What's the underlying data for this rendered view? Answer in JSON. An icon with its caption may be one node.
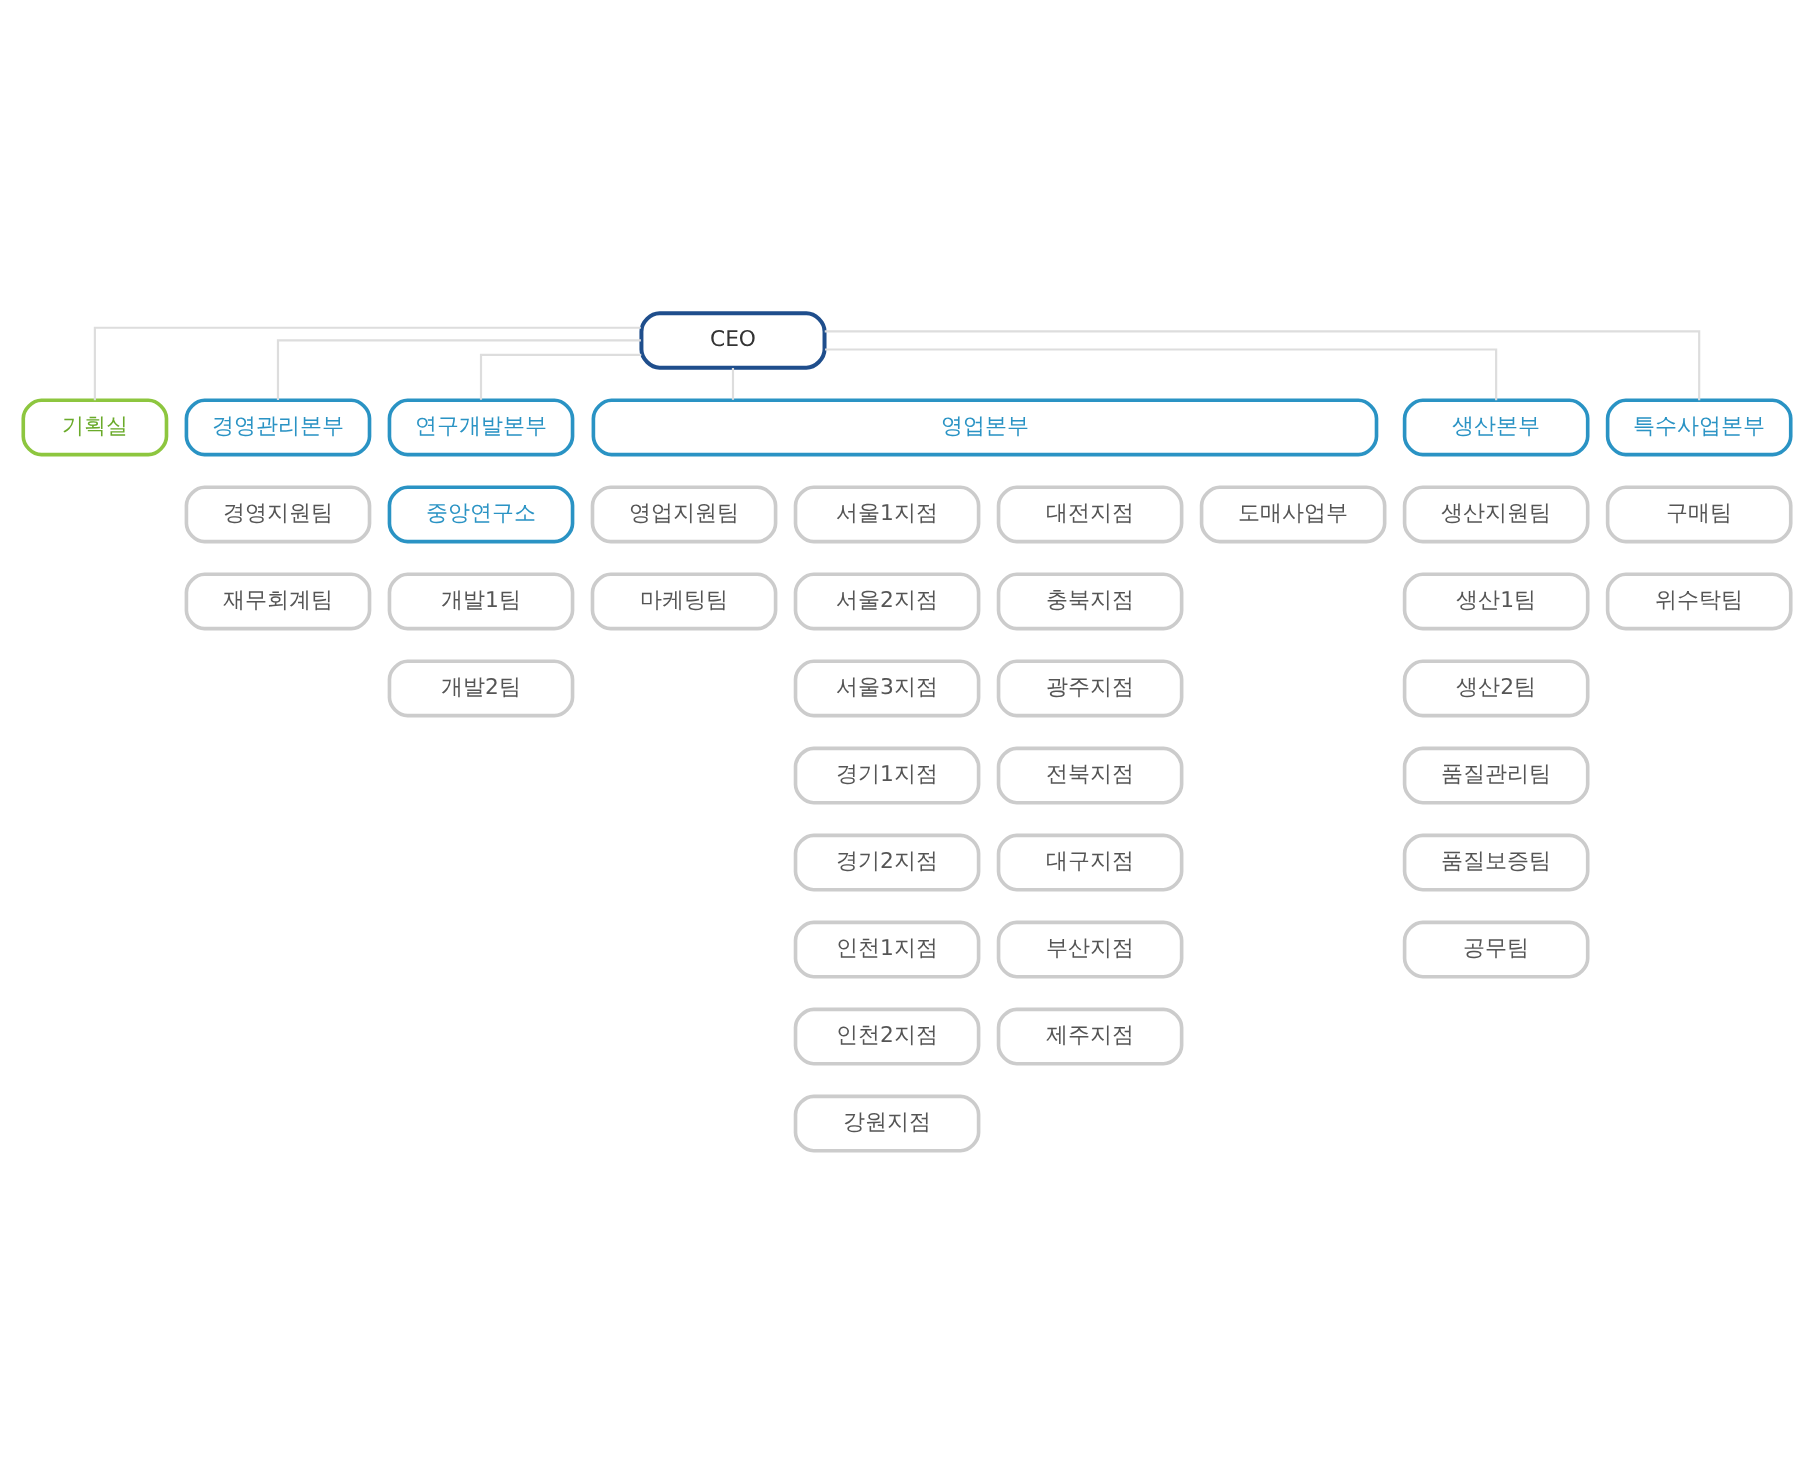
{
  "diagram": {
    "nodes": [
      {
        "text": [
          "CEO"
        ]
      },
      {
        "text": [
          "기획실"
        ]
      },
      {
        "text": [
          "경영관리본부"
        ]
      },
      {
        "text": [
          "연구개발본부"
        ]
      },
      {
        "text": [
          "영업본부"
        ]
      },
      {
        "text": [
          "생산본부"
        ]
      },
      {
        "text": [
          "특수사업본부"
        ]
      },
      {
        "text": [
          "경영지원팀"
        ]
      },
      {
        "text": [
          "재무회계팀"
        ]
      },
      {
        "text": [
          "중앙연구소"
        ]
      },
      {
        "text": [
          "개발1팀"
        ]
      },
      {
        "text": [
          "개발2팀"
        ]
      },
      {
        "text": [
          "영업지원팀"
        ]
      },
      {
        "text": [
          "마케팅팀"
        ]
      },
      {
        "text": [
          "서울1지점"
        ]
      },
      {
        "text": [
          "서울2지점"
        ]
      },
      {
        "text": [
          "서울3지점"
        ]
      },
      {
        "text": [
          "경기1지점"
        ]
      },
      {
        "text": [
          "경기2지점"
        ]
      },
      {
        "text": [
          "인천1지점"
        ]
      },
      {
        "text": [
          "인천2지점"
        ]
      },
      {
        "text": [
          "강원지점"
        ]
      },
      {
        "text": [
          "대전지점"
        ]
      },
      {
        "text": [
          "충북지점"
        ]
      },
      {
        "text": [
          "광주지점"
        ]
      },
      {
        "text": [
          "전북지점"
        ]
      },
      {
        "text": [
          "대구지점"
        ]
      },
      {
        "text": [
          "부산지점"
        ]
      },
      {
        "text": [
          "제주지점"
        ]
      },
      {
        "text": [
          "도매사업부"
        ]
      },
      {
        "text": [
          "생산지원팀"
        ]
      },
      {
        "text": [
          "생산1팀"
        ]
      },
      {
        "text": [
          "생산2팀"
        ]
      },
      {
        "text": [
          "품질관리팀"
        ]
      },
      {
        "text": [
          "품질보증팀"
        ]
      },
      {
        "text": [
          "공무팀"
        ]
      },
      {
        "text": [
          "구매팀"
        ]
      },
      {
        "text": [
          "위수탁팀"
        ]
      }
    ],
    "edges": [
      {
        "from": 0,
        "to": 1,
        "arrow": "none"
      },
      {
        "from": 0,
        "to": 2,
        "arrow": "none"
      },
      {
        "from": 0,
        "to": 3,
        "arrow": "none"
      },
      {
        "from": 0,
        "to": 4,
        "arrow": "none"
      },
      {
        "from": 0,
        "to": 5,
        "arrow": "none"
      },
      {
        "from": 0,
        "to": 6,
        "arrow": "none"
      }
    ]
  }
}
